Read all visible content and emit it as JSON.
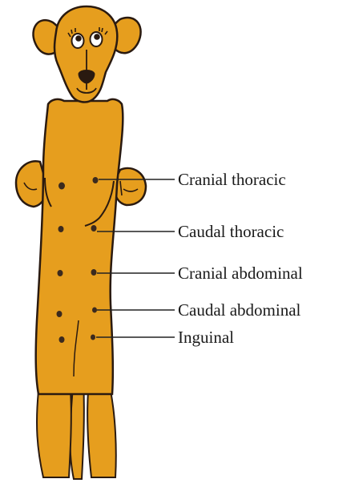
{
  "colors": {
    "fur": "#E69E1E",
    "outline": "#2a1a10",
    "nipple": "#3b2a1e",
    "leader": "#222222",
    "text": "#1a1a1a"
  },
  "labels": [
    {
      "id": "cranial-thoracic",
      "text": "Cranial thoracic"
    },
    {
      "id": "caudal-thoracic",
      "text": "Caudal thoracic"
    },
    {
      "id": "cranial-abdominal",
      "text": "Cranial abdominal"
    },
    {
      "id": "caudal-abdominal",
      "text": "Caudal abdominal"
    },
    {
      "id": "inguinal",
      "text": "Inguinal"
    }
  ]
}
